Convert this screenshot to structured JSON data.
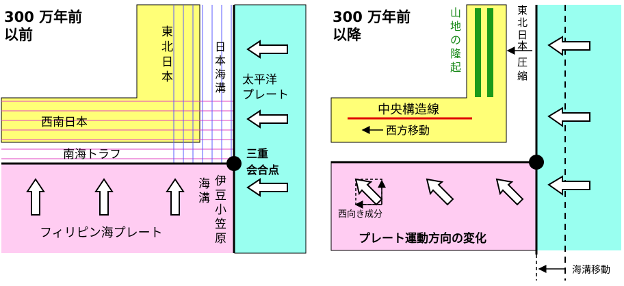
{
  "left_panel": {
    "title_line1": "300 万年前",
    "title_line2": "以前",
    "regions": {
      "northeast_japan": [
        "東",
        "北",
        "日",
        "本"
      ],
      "southwest_japan": "西南日本",
      "japan_trench": [
        "日",
        "本",
        "海",
        "溝"
      ],
      "pacific_plate": [
        "太平洋",
        "プレート"
      ],
      "nankai_trough": "南海トラフ",
      "philippine_plate": "フィリピン海プレート",
      "izu_bonin_trench": [
        "伊",
        "豆",
        "小",
        "笠",
        "原"
      ],
      "izu_bonin_trench_suffix": [
        "海",
        "溝"
      ],
      "triple_junction": [
        "三重",
        "会合点"
      ]
    }
  },
  "right_panel": {
    "title_line1": "300 万年前",
    "title_line2": "以降",
    "mountain_uplift": [
      "山",
      "地",
      "の",
      "隆",
      "起"
    ],
    "northeast_japan": [
      "東",
      "北",
      "日",
      "本"
    ],
    "compression": [
      "圧",
      "縮"
    ],
    "median_tectonic_line": "中央構造線",
    "westward_motion": "西方移動",
    "west_component": "西向き成分",
    "plate_direction_change": "プレート運動方向の変化",
    "trench_migration": "海溝移動"
  },
  "colors": {
    "yellow_land": "#ffff77",
    "pink_plate": "#ffccf2",
    "cyan_plate": "#99fff0",
    "fault_red": "#e00000",
    "uplift_green": "#1a9a1a",
    "grid_pink": "#e040c0",
    "grid_blue": "#5a5aff"
  }
}
